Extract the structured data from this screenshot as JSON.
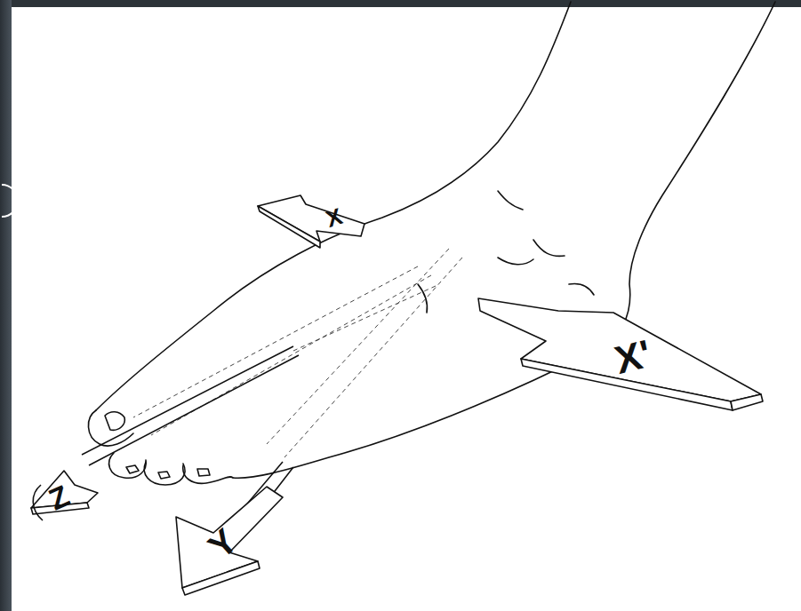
{
  "diagram": {
    "labels": [
      "X",
      "X'",
      "Z",
      "Y"
    ]
  }
}
